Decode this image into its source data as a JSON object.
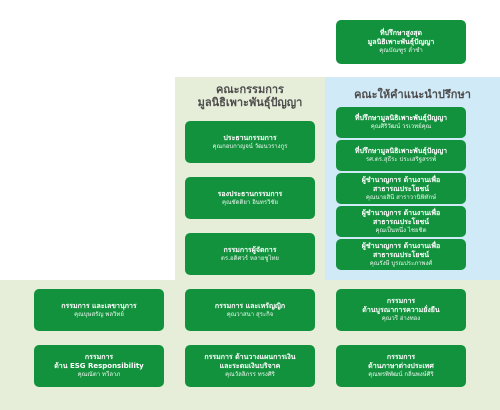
{
  "top_advisor": {
    "title": "ที่ปรึกษาสูงสุด",
    "subtitle": "มูลนิธิเพาะพันธุ์ปัญญา",
    "name": "คุณบัณฑูร ล่ำซำ"
  },
  "committee": {
    "heading_line1": "คณะกรรมการ",
    "heading_line2": "มูลนิธิเพาะพันธุ์ปัญญา",
    "members": [
      {
        "role": "ประธานกรรมการ",
        "name": "คุณกอบกาญจน์ วัฒนวรางกูร"
      },
      {
        "role": "รองประธานกรรมการ",
        "name": "คุณชัดติยา อินทรวิชัย"
      },
      {
        "role": "กรรมการผู้จัดการ",
        "name": "ดร.อดิศวร์ หลายชูไทย"
      }
    ]
  },
  "advisory": {
    "heading": "คณะให้คำแนะนำปรึกษา",
    "members": [
      {
        "role": "ที่ปรึกษามูลนิธิเพาะพันธุ์ปัญญา",
        "name": "คุณศิริวัฒน์ วรเวทย์คุณ"
      },
      {
        "role": "ที่ปรึกษามูลนิธิเพาะพันธุ์ปัญญา",
        "name": "รศ.ดร.สุธีระ ประเสริฐสรรพ์"
      },
      {
        "role": "ผู้ชำนาญการ ด้านงานเพื่อสาธารณประโยชน์",
        "name": "คุณนายสินี สาราวานิพิทักษ์"
      },
      {
        "role": "ผู้ชำนาญการ ด้านงานเพื่อสาธารณประโยชน์",
        "name": "คุณเป็นหนึ่ง ไชยชิต"
      },
      {
        "role": "ผู้ชำนาญการ ด้านงานเพื่อสาธารณประโยชน์",
        "name": "คุณรังษี บูรณประภาพงศ์"
      }
    ]
  },
  "board": [
    {
      "role_line1": "กรรมการ และเลขานุการ",
      "role_line2": "",
      "name": "คุณบุษสรัญ พลวิทย์"
    },
    {
      "role_line1": "กรรมการ และเหรัญญิก",
      "role_line2": "",
      "name": "คุณวาสนา สุระกิจ"
    },
    {
      "role_line1": "กรรมการ",
      "role_line2": "ด้านบูรณาการความยั่งยืน",
      "name": "คุณวรี อ่างทอง"
    },
    {
      "role_line1": "กรรมการ",
      "role_line2": "ด้าน ESG Responsibility",
      "name": "คุณณัตา ทวีลาภ"
    },
    {
      "role_line1": "กรรมการ ด้านวางแผนการเงิน",
      "role_line2": "และระดมเงินบริจาค",
      "name": "คุณวัลลิภรร ทรงศิริ"
    },
    {
      "role_line1": "กรรมการ",
      "role_line2": "ด้านภาษาต่างประเทศ",
      "name": "คุณพรพิพัฒน์ กลิ่นพงษ์ศิริ"
    }
  ]
}
